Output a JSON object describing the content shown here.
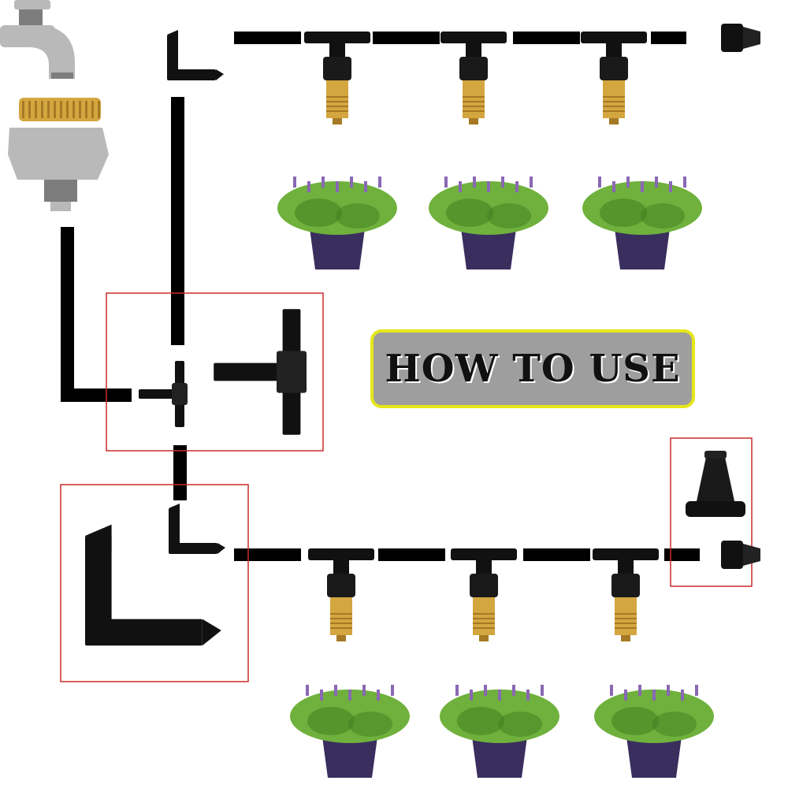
{
  "title": "HOW TO USE",
  "colors": {
    "tube": "#000000",
    "highlight_border": "#cc2a2a",
    "title_border": "#e6e61a",
    "title_fill": "#9e9e9e",
    "brass": "#d4a640",
    "brass_dark": "#a67a24",
    "pot": "#3a2e5e",
    "pot_rim": "#2a2145",
    "foliage": "#6fb13c",
    "foliage_dark": "#3f7d1f",
    "blossom": "#8a68b4",
    "steel": "#b9b9b9",
    "steel_dark": "#7d7d7d"
  },
  "components": {
    "faucet": "faucet-icon",
    "adapter": "brass-hose-adapter",
    "tee": "tee-connector",
    "elbow": "elbow-connector",
    "end_plug": "end-plug",
    "nozzle": "brass-mist-nozzle",
    "plant": "potted-lavender"
  }
}
